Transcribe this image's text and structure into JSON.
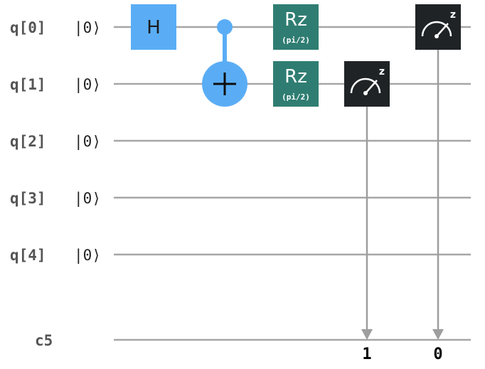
{
  "circuit": {
    "qubits": [
      {
        "label": "q[0]",
        "init": "|0⟩"
      },
      {
        "label": "q[1]",
        "init": "|0⟩"
      },
      {
        "label": "q[2]",
        "init": "|0⟩"
      },
      {
        "label": "q[3]",
        "init": "|0⟩"
      },
      {
        "label": "q[4]",
        "init": "|0⟩"
      }
    ],
    "classical_register": {
      "label": "c5"
    },
    "gates": {
      "h": {
        "label": "H"
      },
      "rz0": {
        "label": "Rz",
        "param": "(pi/2)"
      },
      "rz1": {
        "label": "Rz",
        "param": "(pi/2)"
      }
    },
    "measurements": [
      {
        "basis": "z",
        "bit": "1"
      },
      {
        "basis": "z",
        "bit": "0"
      }
    ]
  },
  "colors": {
    "h_gate": "#5aadf5",
    "cnot": "#5aadf5",
    "rz_gate": "#2f7d72",
    "measure_gate": "#1f2326",
    "wire": "#a6a6a6",
    "measure_arrow": "#9e9e9e"
  }
}
